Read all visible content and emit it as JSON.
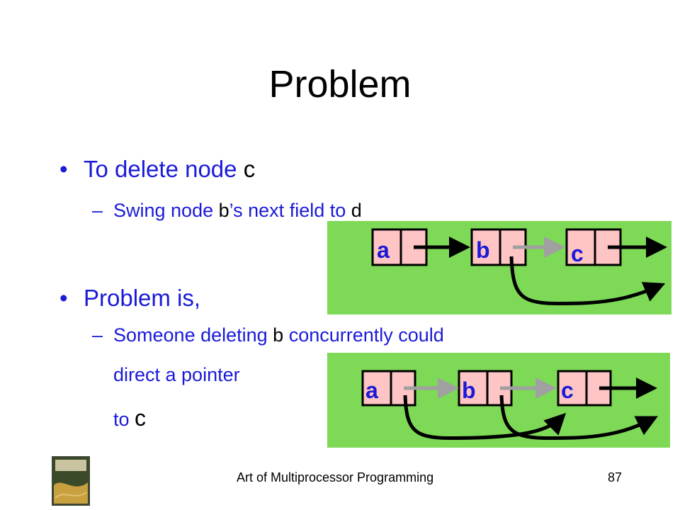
{
  "title": "Problem",
  "bullets": [
    {
      "text": "To delete node ",
      "code": "c",
      "sub": {
        "dash": "–",
        "text": "Swing node ",
        "code1": "b",
        "mid": "’s next field to ",
        "code2": "d"
      }
    },
    {
      "text": "Problem is,",
      "sub": {
        "dash": "–",
        "text": "Someone deleting ",
        "code": "b",
        "rest": " concurrently could"
      }
    }
  ],
  "continuation": {
    "line1": "direct a pointer",
    "line2_text": "to ",
    "line2_code": "c"
  },
  "diagrams": [
    {
      "nodes": [
        "a",
        "b",
        "c"
      ]
    },
    {
      "nodes": [
        "a",
        "b",
        "c"
      ]
    }
  ],
  "colors": {
    "green": "#7ed957",
    "node": "#ffc4c4",
    "blue": "#1a1ad8",
    "gray_arrow": "#a0a0a0"
  },
  "footer": {
    "course": "Art of Multiprocessor Programming",
    "page": "87"
  }
}
